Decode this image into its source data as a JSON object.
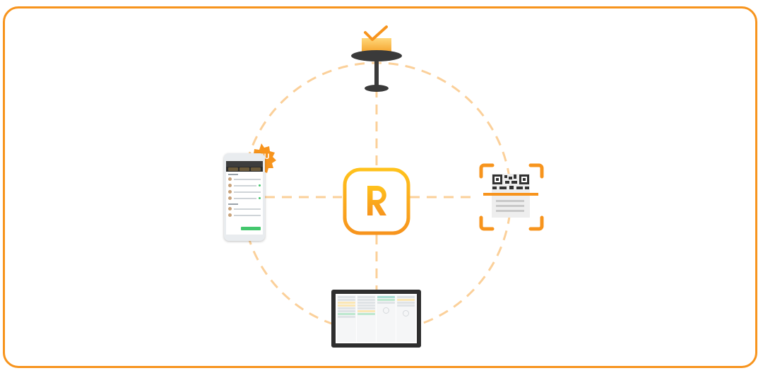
{
  "diagram": {
    "center_label": "R",
    "badge_label": "NEU",
    "nodes": [
      {
        "id": "top",
        "icon": "table-with-checked-reservation-icon"
      },
      {
        "id": "right",
        "icon": "qr-code-receipt-scan-icon"
      },
      {
        "id": "bottom",
        "icon": "tablet-reservation-overview"
      },
      {
        "id": "left",
        "icon": "smartphone-guest-list-app"
      }
    ]
  },
  "colors": {
    "accent": "#f7941d",
    "accent_light": "#fbd09a",
    "yellow": "#ffc21c",
    "dark": "#3a3a3a"
  }
}
